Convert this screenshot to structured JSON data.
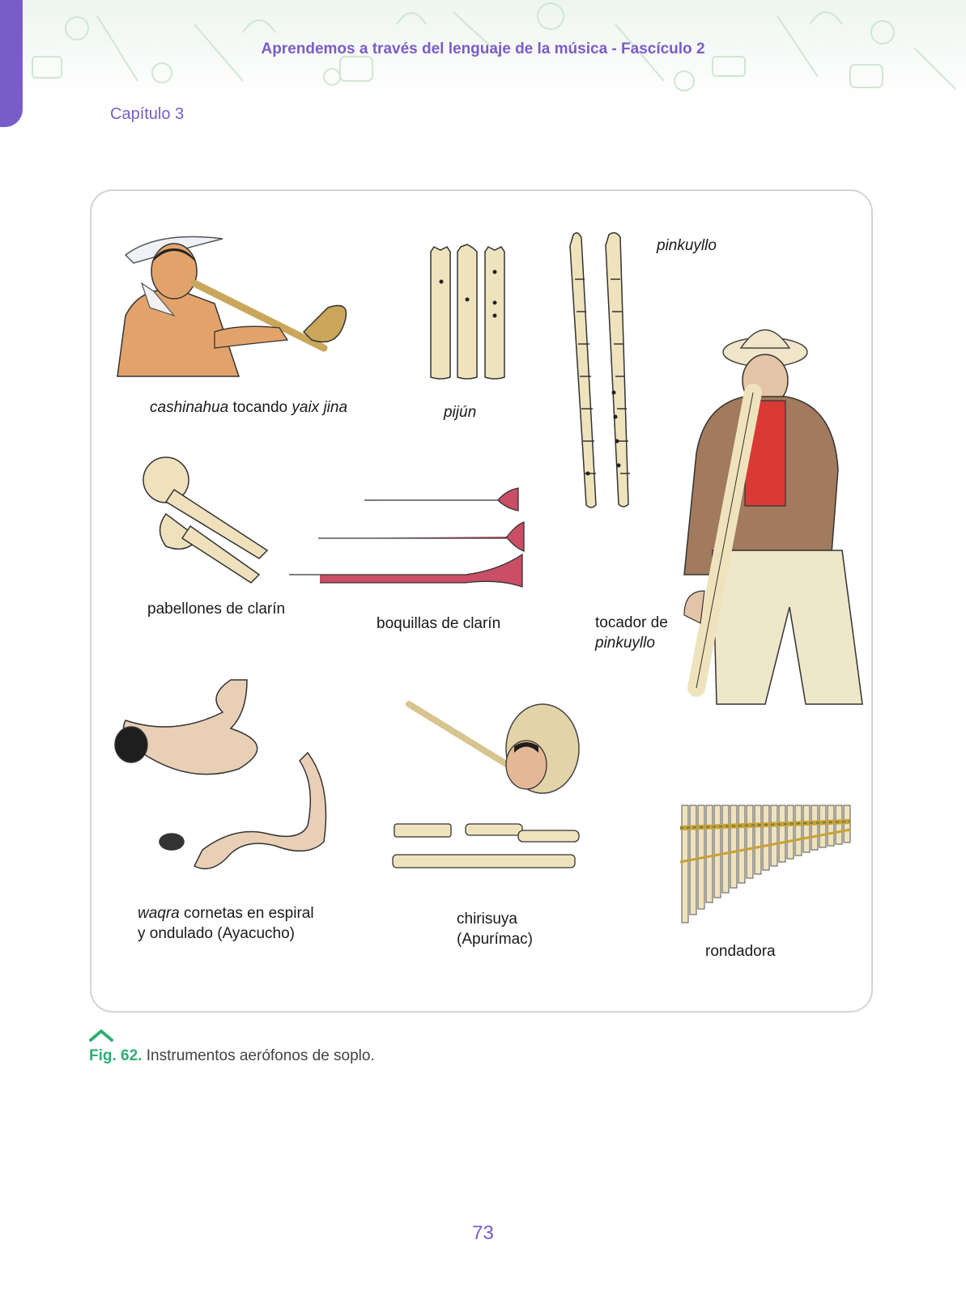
{
  "header": {
    "title": "Aprendemos a través del lenguaje de la música - Fascículo 2"
  },
  "chapter": {
    "label": "Capítulo 3"
  },
  "labels": {
    "cashinahua": {
      "italic_a": "cashinahua",
      "plain": " tocando ",
      "italic_b": "yaix jina"
    },
    "pijun": "pijún",
    "pinkuyllo": "pinkuyllo",
    "pabellones": "pabellones de clarín",
    "boquillas": "boquillas de clarín",
    "tocador": {
      "line1": "tocador de",
      "line2": "pinkuyllo"
    },
    "waqra": {
      "italic": "waqra",
      "line1_rest": " cornetas en espiral",
      "line2": "y ondulado (Ayacucho)"
    },
    "chirisuya": {
      "line1": "chirisuya",
      "line2": "(Apurímac)"
    },
    "rondadora": "rondadora"
  },
  "figure": {
    "number": "Fig. 62.",
    "caption": " Instrumentos aerófonos de soplo."
  },
  "page_number": "73",
  "colors": {
    "accent": "#7a5cc9",
    "figure_green": "#2fae74",
    "frame_border": "#d4d4d4"
  }
}
